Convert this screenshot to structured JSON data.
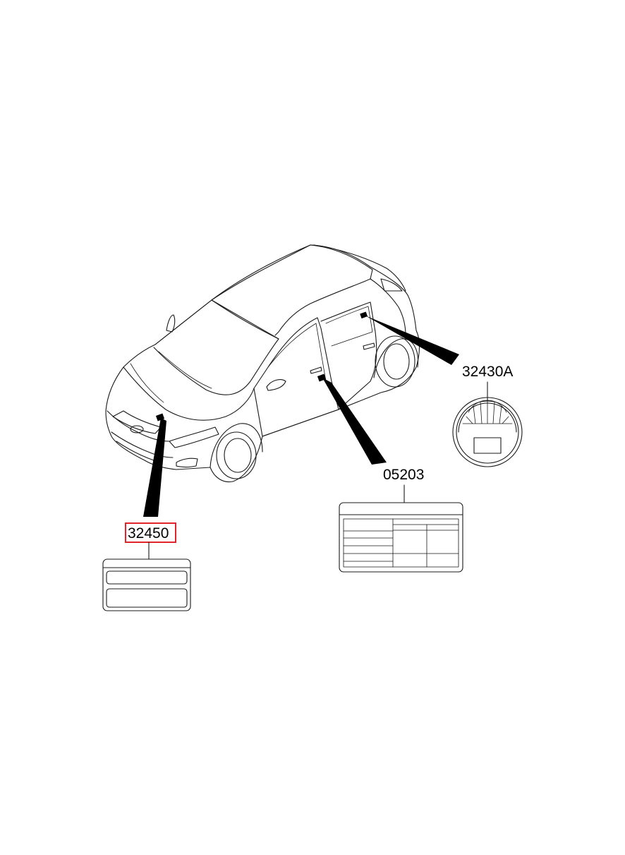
{
  "parts": [
    {
      "id": "32430A",
      "label": "32430A",
      "highlighted": false
    },
    {
      "id": "05203",
      "label": "05203",
      "highlighted": false
    },
    {
      "id": "32450",
      "label": "32450",
      "highlighted": true
    }
  ],
  "colors": {
    "line": "#1a1a1a",
    "highlight": "#e0242a",
    "background": "#ffffff"
  }
}
